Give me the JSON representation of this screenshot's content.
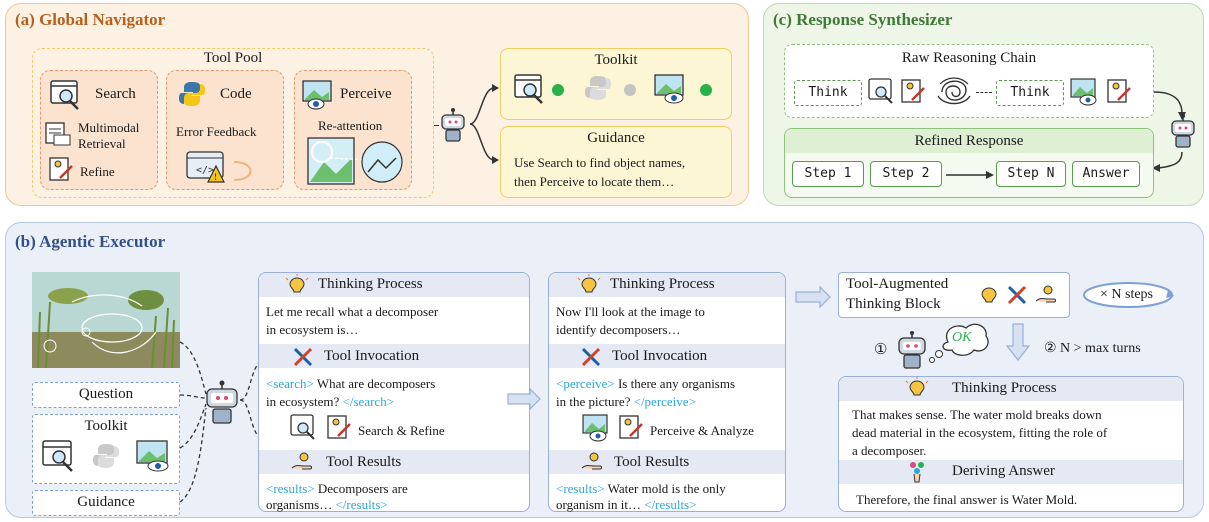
{
  "global_navigator": {
    "title": "(a) Global Navigator",
    "tool_pool": "Tool Pool",
    "search": "Search",
    "multimodal": "Multimodal",
    "retrieval": "Retrieval",
    "refine": "Refine",
    "code": "Code",
    "error_feedback": "Error Feedback",
    "perceive": "Perceive",
    "re_attention": "Re-attention",
    "toolkit": "Toolkit",
    "guidance": "Guidance",
    "guidance_line1": "Use Search to find object names,",
    "guidance_line2": "then Perceive to locate them…"
  },
  "response_synthesizer": {
    "title": "(c) Response Synthesizer",
    "raw_chain": "Raw Reasoning Chain",
    "think": "Think",
    "refined_response": "Refined Response",
    "step1": "Step 1",
    "step2": "Step 2",
    "stepN": "Step N",
    "answer": "Answer"
  },
  "agentic_executor": {
    "title": "(b) Agentic Executor",
    "question": "Question",
    "toolkit": "Toolkit",
    "guidance": "Guidance",
    "step1": {
      "thinking_process": "Thinking Process",
      "thought_l1": "Let me recall what a decomposer",
      "thought_l2": "in ecosystem is…",
      "tool_invocation": "Tool Invocation",
      "inv_tag_open": "<search>",
      "inv_l1": " What are decomposers",
      "inv_l2": "in ecosystem? ",
      "inv_tag_close": "</search>",
      "action": "Search & Refine",
      "tool_results": "Tool Results",
      "res_tag_open": "<results>",
      "res_l1": " Decomposers are",
      "res_l2": "organisms… ",
      "res_tag_close": "</results>"
    },
    "step2": {
      "thinking_process": "Thinking Process",
      "thought_l1": "Now I'll look at the image to",
      "thought_l2": "identify decomposers…",
      "tool_invocation": "Tool Invocation",
      "inv_tag_open": "<perceive>",
      "inv_l1": " Is there any organisms",
      "inv_l2": "in the picture?  ",
      "inv_tag_close": "</perceive>",
      "action": "Perceive & Analyze",
      "tool_results": "Tool Results",
      "res_tag_open": "<results>",
      "res_l1": " Water mold is the only",
      "res_l2": "organism in it… ",
      "res_tag_close": "</results>"
    },
    "tool_augmented_l1": "Tool-Augmented",
    "tool_augmented_l2": "Thinking Block",
    "n_steps": "× N steps",
    "circle1": "①",
    "ok": "OK",
    "circle2": "② N > max turns",
    "final": {
      "thinking_process": "Thinking Process",
      "thought_l1": "That makes sense. The water mold breaks down",
      "thought_l2": "dead material in the ecosystem, fitting the role of",
      "thought_l3": "a decomposer.",
      "deriving_answer": "Deriving Answer",
      "answer_text": "Therefore, the final answer is Water Mold."
    }
  },
  "colors": {
    "nav_bg": "#fdf1e3",
    "nav_border": "#f0c896",
    "synth_bg": "#eef6e8",
    "synth_border": "#b9dca8",
    "exec_bg": "#eaeff8",
    "exec_border": "#b7c7e4",
    "tag_blue": "#2aa7e0",
    "green_dot": "#27b34a"
  }
}
